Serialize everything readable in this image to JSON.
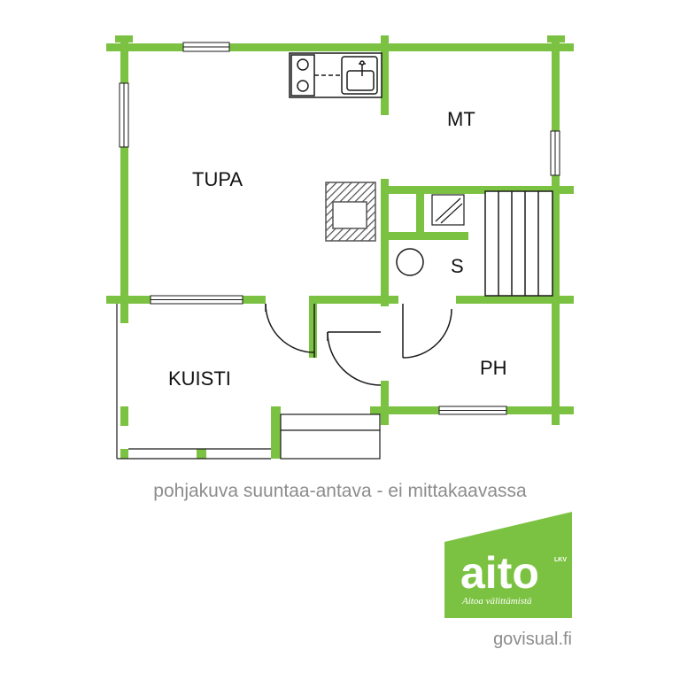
{
  "colors": {
    "wall": "#7cc242",
    "line": "#1a1a1a",
    "hatch": "#555555",
    "text": "#111111",
    "caption": "#8c8c8c",
    "logo_bg": "#7cc242",
    "logo_text": "#ffffff"
  },
  "rooms": {
    "tupa": "TUPA",
    "mt": "MT",
    "s": "S",
    "kuisti": "KUISTI",
    "ph": "PH"
  },
  "caption": "pohjakuva suuntaa-antava - ei mittakaavassa",
  "logo": {
    "word": "aito",
    "badge": "LKV",
    "tagline": "Aitoa välittämistä"
  },
  "credit": "govisual.fi"
}
